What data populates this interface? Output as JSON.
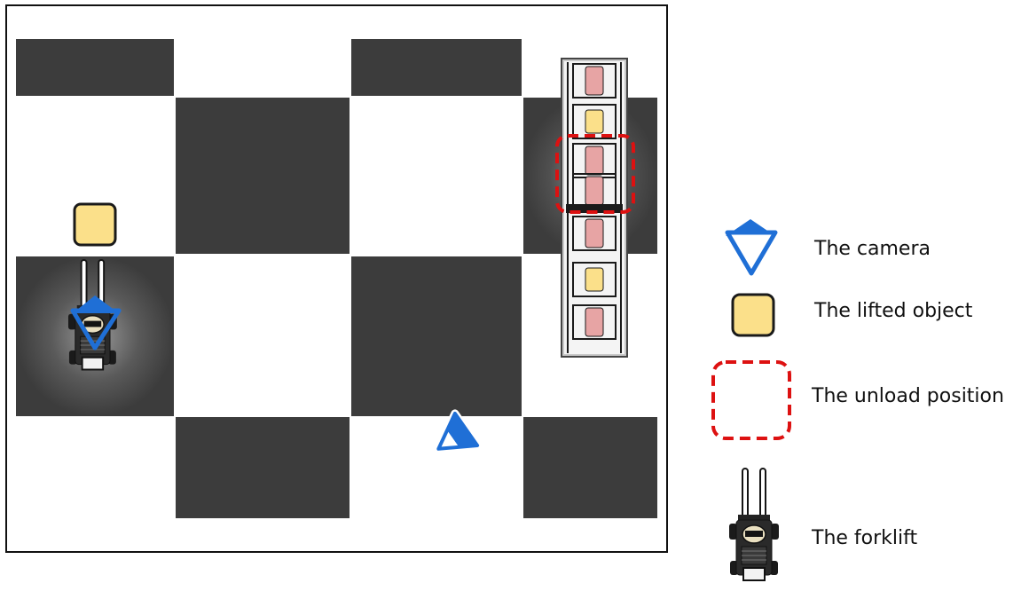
{
  "legend": {
    "camera": "The camera",
    "lifted_object": "The lifted object",
    "unload_position": "The unload position",
    "forklift": "The forklift"
  },
  "colors": {
    "floor_dark": "#3c3c3c",
    "floor_light": "#ffffff",
    "frame_border": "#111111",
    "camera_blue": "#1f6fd6",
    "object_fill": "#fbe08a",
    "object_stroke": "#1a1a1a",
    "unload_red": "#dd1111",
    "rack_pink": "#e7a4a4",
    "forklift_body": "#141414"
  },
  "icons": [
    "camera-triangle-icon",
    "lifted-object-icon",
    "unload-position-icon",
    "forklift-icon"
  ]
}
